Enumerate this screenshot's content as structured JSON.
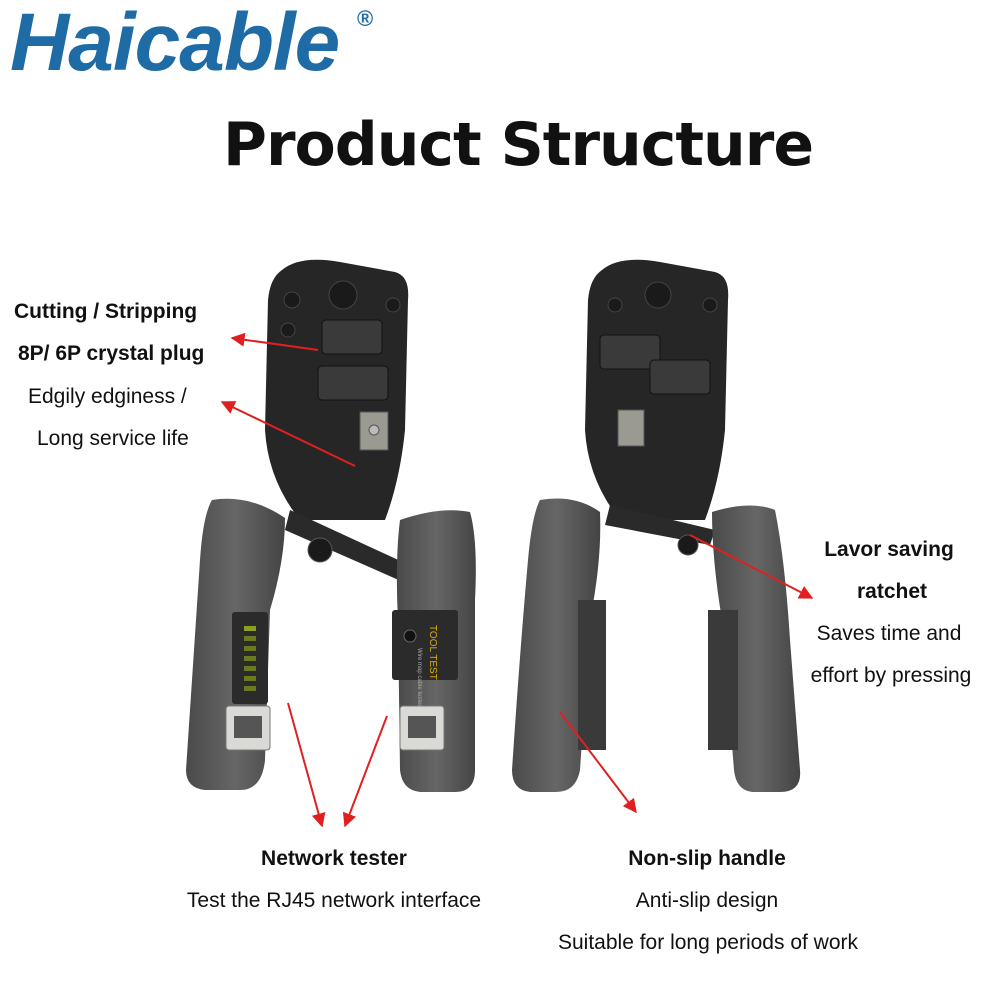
{
  "brand": {
    "name": "Haicable",
    "reg_mark": "®"
  },
  "title": "Product Structure",
  "callouts": {
    "cutting": {
      "heading": "Cutting / Stripping",
      "line2": "8P/ 6P crystal plug",
      "line3": "Edgily edginess /",
      "line4": "Long service life"
    },
    "ratchet": {
      "heading_1": "Lavor saving",
      "heading_2": "ratchet",
      "desc_1": "Saves time and",
      "desc_2": "effort by pressing"
    },
    "tester": {
      "heading": "Network tester",
      "desc": "Test the RJ45 network interface"
    },
    "handle": {
      "heading": "Non-slip handle",
      "desc_1": "Anti-slip design",
      "desc_2": "Suitable for long periods of work"
    }
  },
  "tester_panel": {
    "text_1": "TOOL TEST",
    "text_2": "Wire map cable tester"
  },
  "colors": {
    "brand": "#1e6ba6",
    "arrow": "#e02020",
    "metal": "#232323",
    "handle": "#585858"
  }
}
